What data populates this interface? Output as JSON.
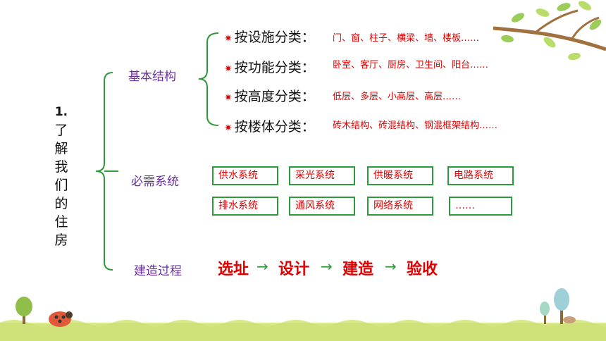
{
  "title": {
    "number": "1.",
    "chars": [
      "了",
      "解",
      "我",
      "们",
      "的",
      "住",
      "房"
    ]
  },
  "basic_structure": {
    "label": "基本结构",
    "rows": [
      {
        "label": "按设施分类：",
        "value": "门、窗、柱子、横梁、墙、楼板……"
      },
      {
        "label": "按功能分类：",
        "value": "卧室、客厅、厨房、卫生间、阳台……"
      },
      {
        "label": "按高度分类：",
        "value": "低层、多层、小高层、高层……"
      },
      {
        "label": "按楼体分类：",
        "value": "砖木结构、砖混结构、钢混框架结构……"
      }
    ]
  },
  "systems": {
    "label": "必需系统",
    "row1": [
      "供水系统",
      "采光系统",
      "供暖系统",
      "电路系统"
    ],
    "row2": [
      "排水系统",
      "通风系统",
      "网络系统",
      "……"
    ]
  },
  "process": {
    "label": "建造过程",
    "steps": [
      "选址",
      "设计",
      "建造",
      "验收"
    ]
  },
  "colors": {
    "bracket": "#2e9a3a",
    "accent": "#e00000",
    "category": "#6a2fa0",
    "grass": "#cfe27a"
  }
}
